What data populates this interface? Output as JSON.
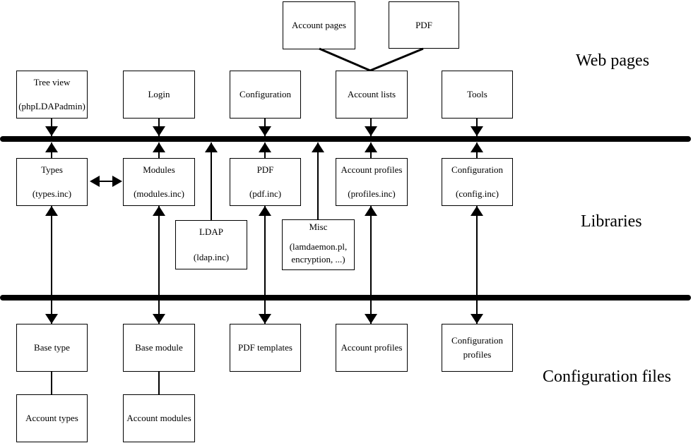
{
  "sections": {
    "web_pages": "Web pages",
    "libraries": "Libraries",
    "configuration_files": "Configuration files"
  },
  "boxes": {
    "account_pages": {
      "line1": "Account pages"
    },
    "pdf_web": {
      "line1": "PDF"
    },
    "tree_view": {
      "line1": "Tree view",
      "line2": "(phpLDAPadmin)"
    },
    "login": {
      "line1": "Login"
    },
    "configuration": {
      "line1": "Configuration"
    },
    "account_lists": {
      "line1": "Account lists"
    },
    "tools": {
      "line1": "Tools"
    },
    "types": {
      "line1": "Types",
      "line2": "(types.inc)"
    },
    "modules": {
      "line1": "Modules",
      "line2": "(modules.inc)"
    },
    "pdf_lib": {
      "line1": "PDF",
      "line2": "(pdf.inc)"
    },
    "account_profiles_lib": {
      "line1": "Account profiles",
      "line2": "(profiles.inc)"
    },
    "configuration_lib": {
      "line1": "Configuration",
      "line2": "(config.inc)"
    },
    "ldap": {
      "line1": "LDAP",
      "line2": "(ldap.inc)"
    },
    "misc": {
      "line1": "Misc",
      "line2": "(lamdaemon.pl,",
      "line3": "encryption, ...)"
    },
    "base_type": {
      "line1": "Base type"
    },
    "base_module": {
      "line1": "Base module"
    },
    "pdf_templates": {
      "line1": "PDF templates"
    },
    "account_profiles_files": {
      "line1": "Account profiles"
    },
    "configuration_profiles": {
      "line1": "Configuration",
      "line2": "profiles"
    },
    "account_types": {
      "line1": "Account types"
    },
    "account_modules": {
      "line1": "Account modules"
    }
  },
  "colors": {
    "line": "#000000",
    "background": "#ffffff"
  }
}
